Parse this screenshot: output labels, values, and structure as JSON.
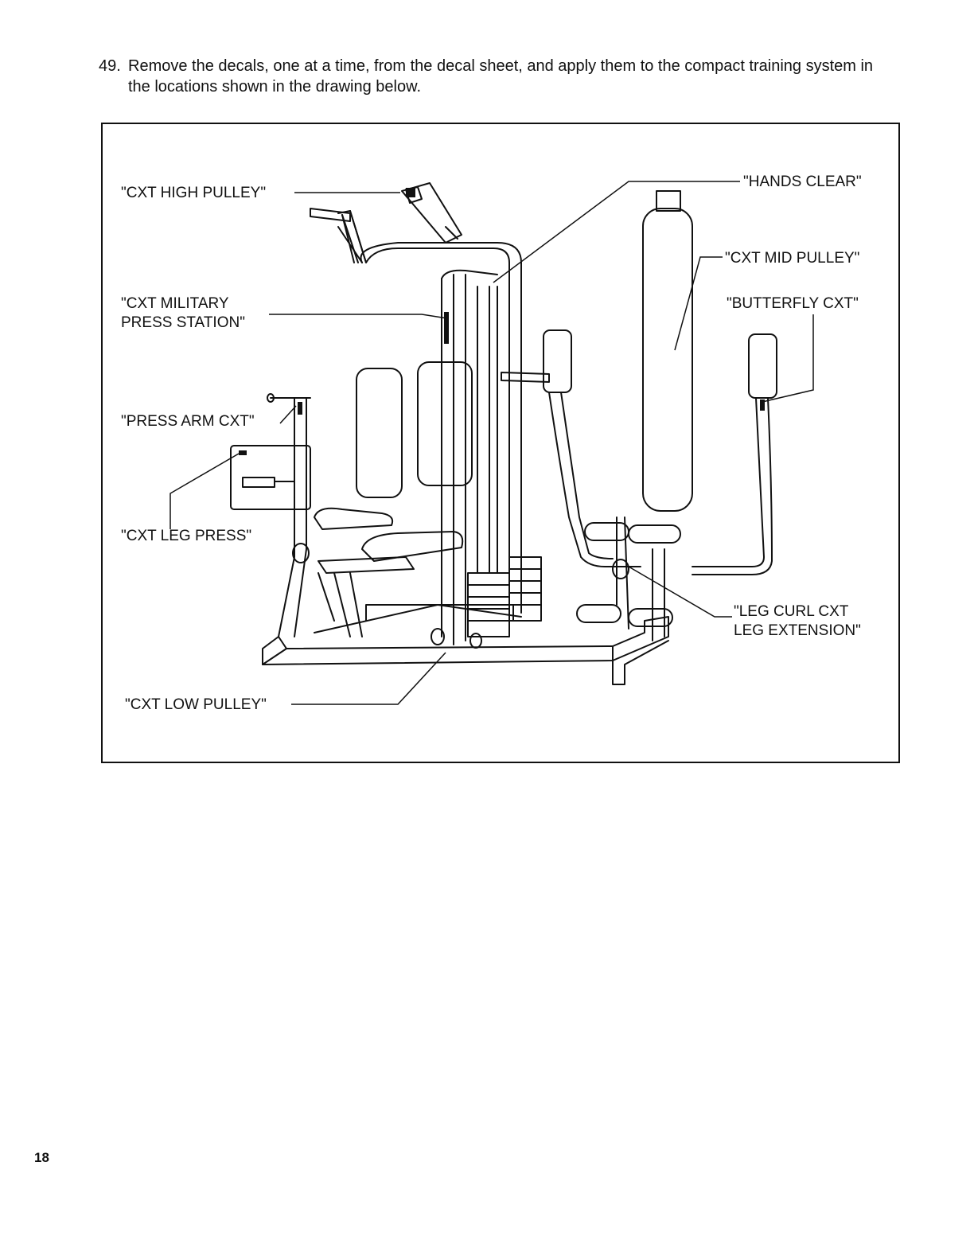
{
  "step": {
    "number": "49.",
    "text": "Remove the decals, one at a time, from the decal sheet, and apply them to the compact training system in the locations shown in the drawing below."
  },
  "figure": {
    "callouts": {
      "high_pulley": "\"CXT HIGH PULLEY\"",
      "hands_clear": "\"HANDS CLEAR\"",
      "mid_pulley": "\"CXT MID PULLEY\"",
      "military_line1": "\"CXT MILITARY",
      "military_line2": "PRESS STATION\"",
      "butterfly": "\"BUTTERFLY CXT\"",
      "press_arm": "\"PRESS ARM CXT\"",
      "leg_press": "\"CXT LEG PRESS\"",
      "leg_curl_line1": "\"LEG CURL CXT",
      "leg_curl_line2": "LEG EXTENSION\"",
      "low_pulley": "\"CXT LOW PULLEY\""
    }
  },
  "page_number": "18"
}
